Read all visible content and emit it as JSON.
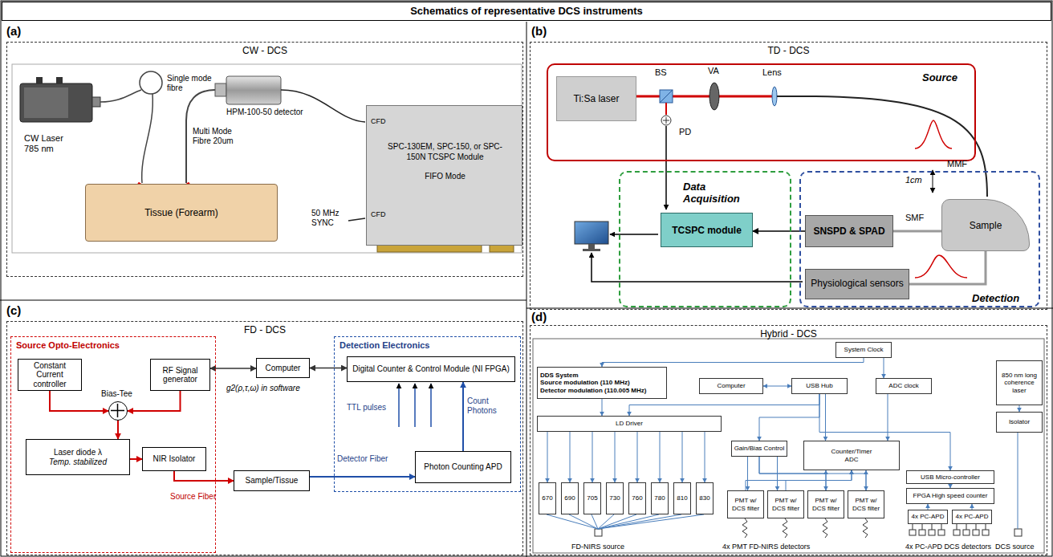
{
  "diagram": {
    "title": "Schematics of representative DCS instruments",
    "nodes": [
      {
        "text": [
          "CW - DCS"
        ]
      },
      {
        "text": [
          "Tissue (Forearm)"
        ],
        "in": 0
      },
      {
        "text": [
          "SPC-130EM, SPC-150, or SPC-150N TCSPC Module",
          "FIFO Mode"
        ],
        "in": 0
      },
      {
        "text": [
          "TD - DCS"
        ]
      },
      {
        "text": [
          "Source"
        ],
        "in": 3
      },
      {
        "text": [
          "Ti:Sa laser"
        ],
        "in": 4
      },
      {
        "text": [
          "Data Acquisition"
        ],
        "in": 3
      },
      {
        "text": [
          "TCSPC module"
        ],
        "in": 6
      },
      {
        "text": [
          "Detection"
        ],
        "in": 3
      },
      {
        "text": [
          "SNSPD & SPAD"
        ],
        "in": 8
      },
      {
        "text": [
          "Sample"
        ],
        "in": 8
      },
      {
        "text": [
          "Physiological sensors"
        ],
        "in": 8
      },
      {
        "text": [
          "FD - DCS"
        ]
      },
      {
        "text": [
          "Source Opto-Electronics"
        ],
        "in": 12
      },
      {
        "text": [
          "Constant Current controller"
        ],
        "in": 13
      },
      {
        "text": [
          "RF Signal generator"
        ],
        "in": 13
      },
      {
        "text": [
          "Bias-Tee"
        ],
        "in": 13
      },
      {
        "text": [
          "Laser diode λ",
          "Temp. stabilized"
        ],
        "in": 13
      },
      {
        "text": [
          "NIR Isolator"
        ],
        "in": 13
      },
      {
        "text": [
          "Computer"
        ],
        "in": 12
      },
      {
        "text": [
          "Detection Electronics"
        ],
        "in": 12
      },
      {
        "text": [
          "Digital Counter & Control Module (NI FPGA)"
        ],
        "in": 20
      },
      {
        "text": [
          "Photon Counting APD"
        ],
        "in": 20
      },
      {
        "text": [
          "Sample/Tissue"
        ],
        "in": 12
      },
      {
        "text": [
          "Hybrid - DCS"
        ]
      },
      {
        "text": [
          "System Clock"
        ],
        "in": 24
      },
      {
        "text": [
          "DDS System",
          "Source modulation (110 MHz)",
          "Detector modulation (110.005 MHz)"
        ],
        "in": 24
      },
      {
        "text": [
          "Computer"
        ],
        "in": 24
      },
      {
        "text": [
          "USB Hub"
        ],
        "in": 24
      },
      {
        "text": [
          "ADC clock"
        ],
        "in": 24
      },
      {
        "text": [
          "850 nm long coherence laser"
        ],
        "in": 24
      },
      {
        "text": [
          "Isolator"
        ],
        "in": 24
      },
      {
        "text": [
          "LD Driver"
        ],
        "in": 24
      },
      {
        "text": [
          "Gain/Bias Control"
        ],
        "in": 24
      },
      {
        "text": [
          "Counter/Timer",
          "ADC"
        ],
        "in": 24
      },
      {
        "text": [
          "USB Micro-controller"
        ],
        "in": 24
      },
      {
        "text": [
          "FPGA High speed counter"
        ],
        "in": 24
      },
      {
        "text": [
          "670"
        ],
        "in": 24
      },
      {
        "text": [
          "690"
        ],
        "in": 24
      },
      {
        "text": [
          "705"
        ],
        "in": 24
      },
      {
        "text": [
          "730"
        ],
        "in": 24
      },
      {
        "text": [
          "760"
        ],
        "in": 24
      },
      {
        "text": [
          "780"
        ],
        "in": 24
      },
      {
        "text": [
          "810"
        ],
        "in": 24
      },
      {
        "text": [
          "830"
        ],
        "in": 24
      },
      {
        "text": [
          "PMT w/ DCS filter"
        ],
        "in": 24
      },
      {
        "text": [
          "PMT w/ DCS filter"
        ],
        "in": 24
      },
      {
        "text": [
          "PMT w/ DCS filter"
        ],
        "in": 24
      },
      {
        "text": [
          "PMT w/ DCS filter"
        ],
        "in": 24
      },
      {
        "text": [
          "4x PC-APD"
        ],
        "in": 24
      },
      {
        "text": [
          "4x PC-APD"
        ],
        "in": 24
      }
    ],
    "edges": [
      {
        "from": 9,
        "to": 7,
        "arrow": "to"
      },
      {
        "from": 10,
        "to": 9,
        "arrow": "none"
      },
      {
        "from": 10,
        "to": 11,
        "arrow": "none"
      },
      {
        "from": 14,
        "to": 16,
        "arrow": "to"
      },
      {
        "from": 15,
        "to": 16,
        "arrow": "to"
      },
      {
        "from": 16,
        "to": 17,
        "arrow": "to"
      },
      {
        "from": 17,
        "to": 18,
        "arrow": "to"
      },
      {
        "from": 18,
        "to": 23,
        "arrow": "to"
      },
      {
        "from": 23,
        "to": 22,
        "arrow": "to"
      },
      {
        "from": 22,
        "to": 21,
        "arrow": "to"
      },
      {
        "from": 19,
        "to": 15,
        "arrow": "both"
      },
      {
        "from": 19,
        "to": 21,
        "arrow": "both"
      },
      {
        "from": 25,
        "to": 26,
        "arrow": "to"
      },
      {
        "from": 25,
        "to": 29,
        "arrow": "to"
      },
      {
        "from": 26,
        "to": 32,
        "arrow": "to"
      },
      {
        "from": 27,
        "to": 28,
        "arrow": "both"
      },
      {
        "from": 28,
        "to": 32,
        "arrow": "to"
      },
      {
        "from": 28,
        "to": 33,
        "arrow": "to"
      },
      {
        "from": 28,
        "to": 34,
        "arrow": "to"
      },
      {
        "from": 28,
        "to": 35,
        "arrow": "to"
      },
      {
        "from": 29,
        "to": 34,
        "arrow": "to"
      },
      {
        "from": 35,
        "to": 36,
        "arrow": "to"
      },
      {
        "from": 30,
        "to": 31,
        "arrow": "to"
      },
      {
        "from": 32,
        "to": 37,
        "arrow": "to"
      },
      {
        "from": 32,
        "to": 38,
        "arrow": "to"
      },
      {
        "from": 32,
        "to": 39,
        "arrow": "to"
      },
      {
        "from": 32,
        "to": 40,
        "arrow": "to"
      },
      {
        "from": 32,
        "to": 41,
        "arrow": "to"
      },
      {
        "from": 32,
        "to": 42,
        "arrow": "to"
      },
      {
        "from": 32,
        "to": 43,
        "arrow": "to"
      },
      {
        "from": 32,
        "to": 44,
        "arrow": "to"
      },
      {
        "from": 33,
        "to": 45,
        "arrow": "to"
      },
      {
        "from": 33,
        "to": 46,
        "arrow": "to"
      },
      {
        "from": 33,
        "to": 47,
        "arrow": "to"
      },
      {
        "from": 33,
        "to": 48,
        "arrow": "to"
      },
      {
        "from": 45,
        "to": 34,
        "arrow": "to"
      },
      {
        "from": 46,
        "to": 34,
        "arrow": "to"
      },
      {
        "from": 47,
        "to": 34,
        "arrow": "to"
      },
      {
        "from": 48,
        "to": 34,
        "arrow": "to"
      },
      {
        "from": 49,
        "to": 36,
        "arrow": "to"
      },
      {
        "from": 50,
        "to": 36,
        "arrow": "to"
      }
    ],
    "labels": [
      "(a)",
      "CW Laser 785 nm",
      "Single mode fibre",
      "HPM-100-50 detector",
      "Multi Mode Fibre 20um",
      "CFD",
      "CFD",
      "50 MHz SYNC",
      "(b)",
      "BS",
      "PD",
      "VA",
      "Lens",
      "MMF",
      "1cm",
      "SMF",
      "(c)",
      "g2(ρ,τ,ω) in software",
      "TTL pulses",
      "Count Photons",
      "Source Fiber",
      "Detector Fiber",
      "(d)",
      "FD-NIRS source",
      "4x PMT FD-NIRS detectors",
      "4x PC-APD DCS detectors",
      "DCS source"
    ]
  }
}
